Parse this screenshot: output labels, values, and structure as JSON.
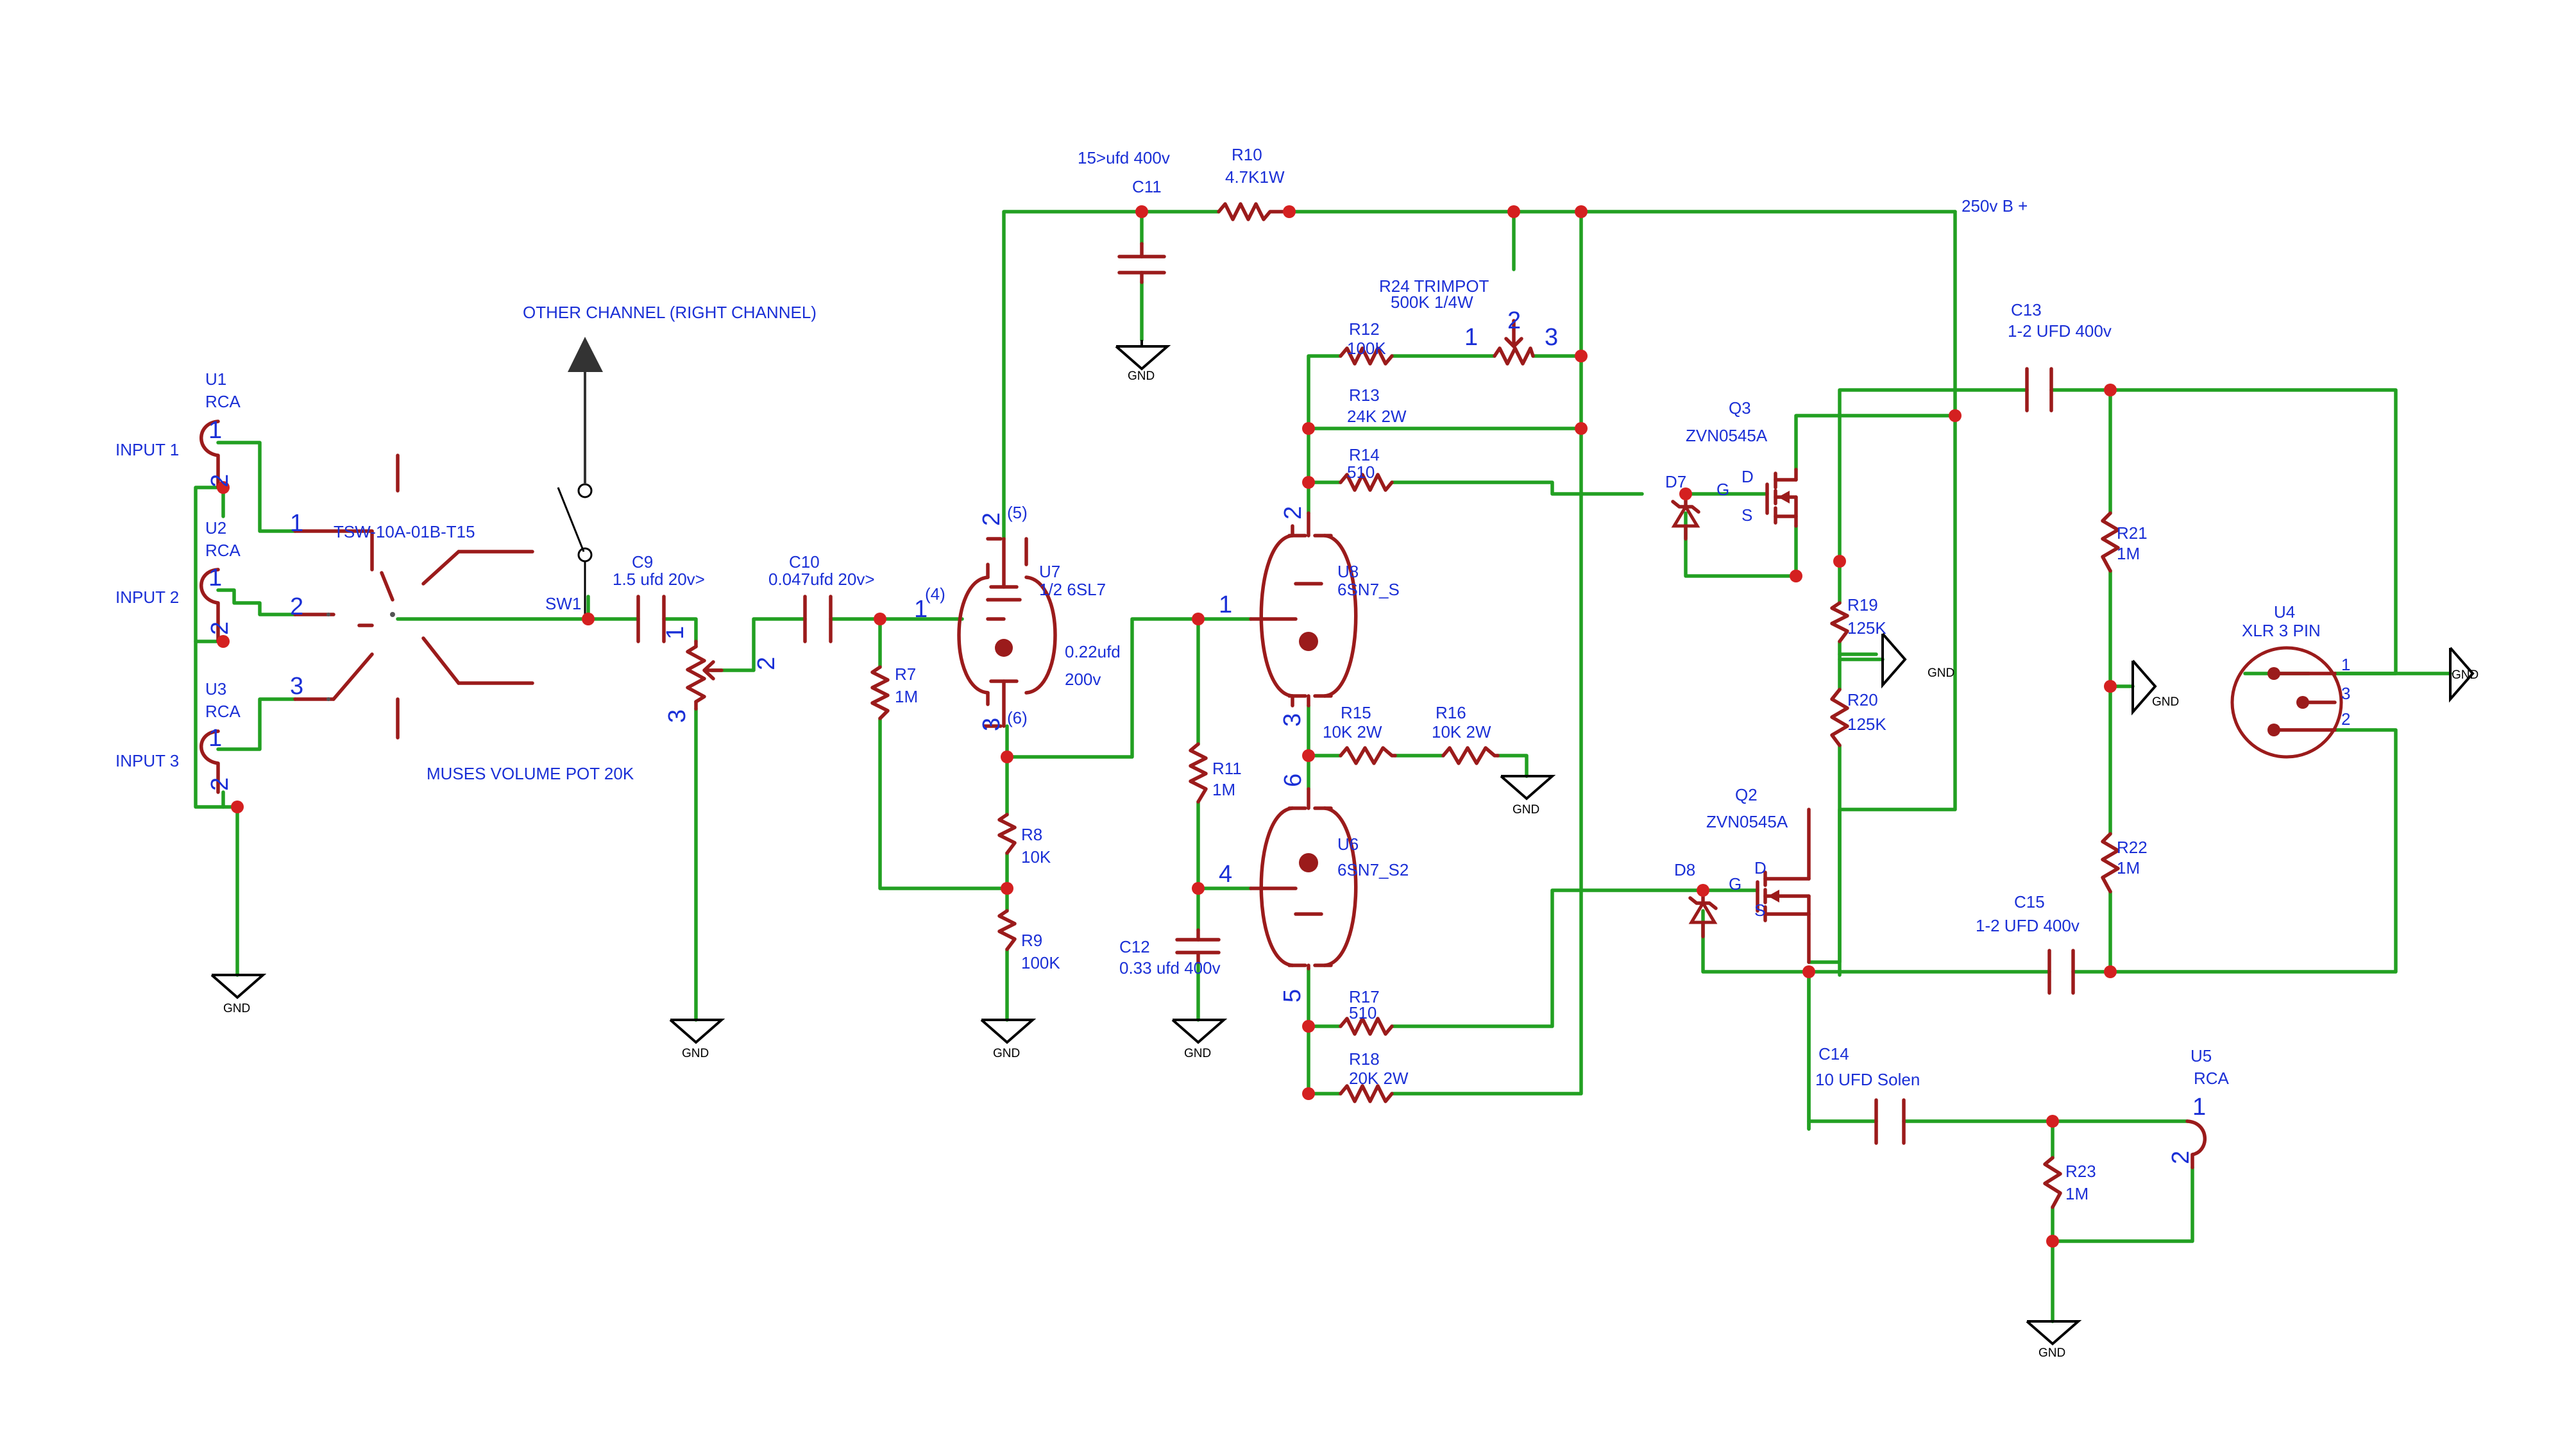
{
  "labels": {
    "other_channel": "OTHER CHANNEL (RIGHT CHANNEL)",
    "input1": "INPUT 1",
    "input2": "INPUT 2",
    "input3": "INPUT 3",
    "u1_ref": "U1",
    "u1_val": "RCA",
    "u2_ref": "U2",
    "u2_val": "RCA",
    "u3_ref": "U3",
    "u3_val": "RCA",
    "switch_part": "TSW-10A-01B-T15",
    "sw1": "SW1",
    "volume_pot": "MUSES VOLUME POT 20K",
    "c9_ref": "C9",
    "c9_val": "1.5 ufd 20v>",
    "c10_ref": "C10",
    "c10_val": "0.047ufd 20v>",
    "c11_val": "15>ufd 400v",
    "c11_ref": "C11",
    "r10_ref": "R10",
    "r10_val": "4.7K1W",
    "bplus": "250v B +",
    "r24_ref": "R24 TRIMPOT",
    "r24_val": "500K 1/4W",
    "r12_ref": "R12",
    "r12_val": "100K",
    "r13_ref": "R13",
    "r13_val": "24K 2W",
    "r14_ref": "R14",
    "r14_val": "510",
    "u7_ref": "U7",
    "u7_val": "1/2 6SL7",
    "u8_ref": "U8",
    "u8_val": "6SN7_S",
    "u6_ref": "U6",
    "u6_val": "6SN7_S2",
    "r7_ref": "R7",
    "r7_val": "1M",
    "r8_ref": "R8",
    "r8_val": "10K",
    "r9_ref": "R9",
    "r9_val": "100K",
    "note_022": "0.22ufd",
    "note_200v": "200v",
    "r11_ref": "R11",
    "r11_val": "1M",
    "c12_ref": "C12",
    "c12_val": "0.33 ufd 400v",
    "r15_ref": "R15",
    "r15_val": "10K 2W",
    "r16_ref": "R16",
    "r16_val": "10K 2W",
    "r17_ref": "R17",
    "r17_val": "510",
    "r18_ref": "R18",
    "r18_val": "20K 2W",
    "q3_ref": "Q3",
    "q3_val": "ZVN0545A",
    "q2_ref": "Q2",
    "q2_val": "ZVN0545A",
    "d7": "D7",
    "d8": "D8",
    "g": "G",
    "d": "D",
    "s": "S",
    "r19_ref": "R19",
    "r19_val": "125K",
    "r20_ref": "R20",
    "r20_val": "125K",
    "c13_ref": "C13",
    "c13_val": "1-2 UFD 400v",
    "c15_ref": "C15",
    "c15_val": "1-2 UFD 400v",
    "r21_ref": "R21",
    "r21_val": "1M",
    "r22_ref": "R22",
    "r22_val": "1M",
    "u4_ref": "U4",
    "u4_val": "XLR 3 PIN",
    "c14_ref": "C14",
    "c14_val": "10 UFD Solen",
    "u5_ref": "U5",
    "u5_val": "RCA",
    "r23_ref": "R23",
    "r23_val": "1M",
    "gnd": "GND",
    "pins": {
      "p1": "1",
      "p2": "2",
      "p3": "3",
      "p4": "4",
      "p5": "5",
      "p6": "6",
      "p4p": "(4)",
      "p5p": "(5)",
      "p6p": "(6)"
    }
  }
}
